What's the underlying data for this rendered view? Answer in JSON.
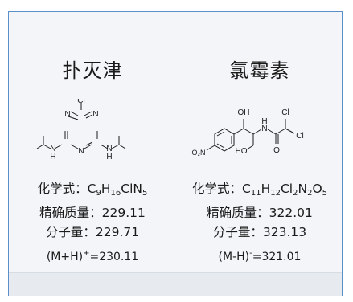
{
  "compounds": [
    {
      "name": "扑灭津",
      "formula_label": "化学式",
      "formula": [
        "C",
        "9",
        "H",
        "16",
        "ClN",
        "5"
      ],
      "exact_mass_label": "精确质量",
      "exact_mass": "229.11",
      "mw_label": "分子量",
      "mw": "229.71",
      "ion_prefix": "(M+H)",
      "ion_charge": "+",
      "ion_value": "=230.11",
      "atoms": [
        "Cl",
        "N",
        "N",
        "N",
        "N",
        "N",
        "H",
        "H"
      ]
    },
    {
      "name": "氯霉素",
      "formula_label": "化学式",
      "formula": [
        "C",
        "11",
        "H",
        "12",
        "Cl",
        "2",
        "N",
        "2",
        "O",
        "5"
      ],
      "exact_mass_label": "精确质量",
      "exact_mass": "322.01",
      "mw_label": "分子量",
      "mw": "323.13",
      "ion_prefix": "(M-H)",
      "ion_charge": "-",
      "ion_value": "=321.01",
      "atoms": [
        "OH",
        "N",
        "H",
        "Cl",
        "Cl",
        "O",
        "HO",
        "O₂N"
      ]
    }
  ],
  "separator": "："
}
